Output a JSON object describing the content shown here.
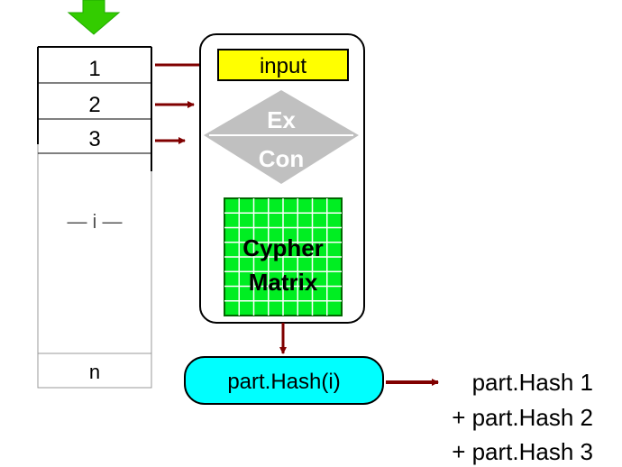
{
  "column": {
    "cells": [
      "1",
      "2",
      "3",
      "— i —",
      "n"
    ]
  },
  "process": {
    "input_label": "input",
    "excon": [
      "Ex",
      "Con"
    ],
    "matrix": [
      "Cypher",
      "Matrix"
    ]
  },
  "output": {
    "hash_label": "part.Hash(i)",
    "results": [
      "part.Hash 1",
      "+ part.Hash 2",
      "+ part.Hash 3"
    ]
  },
  "colors": {
    "arrow": "#800000",
    "green_arrow": "#33cc00",
    "input_fill": "#ffff00",
    "matrix_fill": "#00ee22",
    "pill_fill": "#00ffff",
    "excon_fill": "#c0c0c0"
  }
}
